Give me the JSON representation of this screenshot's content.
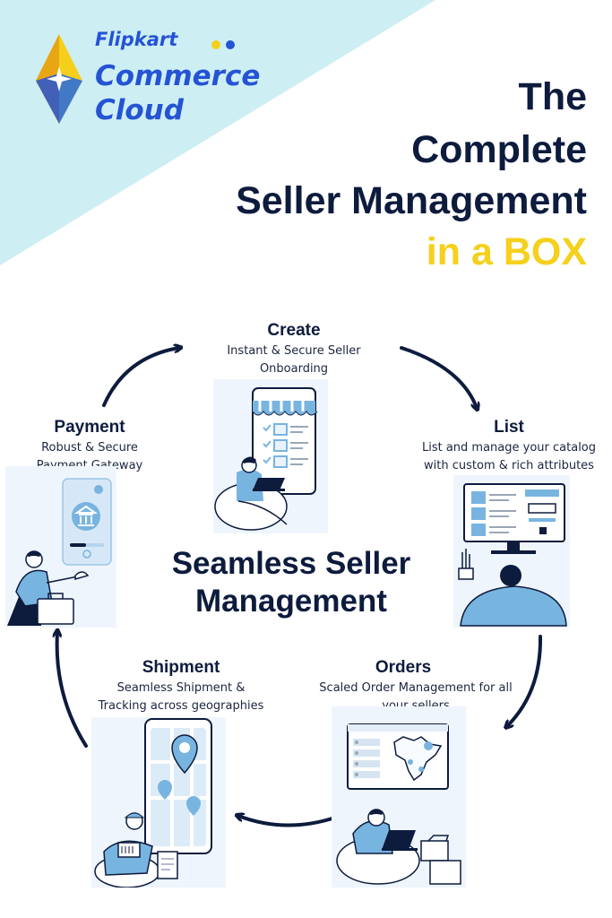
{
  "brand": {
    "line1": "Flipkart",
    "line2": "Commerce",
    "line3": "Cloud",
    "color": "#2453d4",
    "dot_colors": [
      "#f5cf1a",
      "#2453d4"
    ],
    "logo_icon": "diamond-logo-icon"
  },
  "headline": {
    "line1": "The",
    "line2": "Complete",
    "line3": "Seller Management",
    "line4": "in a BOX",
    "color": "#0d1b3d",
    "accent_color": "#f5d01c"
  },
  "center": {
    "line1": "Seamless Seller",
    "line2": "Management"
  },
  "stages": {
    "create": {
      "title": "Create",
      "desc1": "Instant & Secure Seller",
      "desc2": "Onboarding",
      "icon": "storefront-phone-icon"
    },
    "list": {
      "title": "List",
      "desc1": "List and manage your catalog",
      "desc2": "with custom & rich attributes",
      "icon": "catalog-monitor-icon"
    },
    "orders": {
      "title": "Orders",
      "desc1": "Scaled Order Management for all",
      "desc2": "your sellers",
      "icon": "order-map-icon"
    },
    "shipment": {
      "title": "Shipment",
      "desc1": "Seamless Shipment &",
      "desc2": "Tracking across geographies",
      "icon": "tracking-phone-icon"
    },
    "payment": {
      "title": "Payment",
      "desc1": "Robust & Secure",
      "desc2": "Payment Gateway",
      "icon": "bank-phone-icon"
    }
  },
  "colors": {
    "banner": "#cdeef3",
    "panel": "#eef5fd",
    "figure_blue": "#78b4e0",
    "arrow": "#0d1b3d"
  }
}
